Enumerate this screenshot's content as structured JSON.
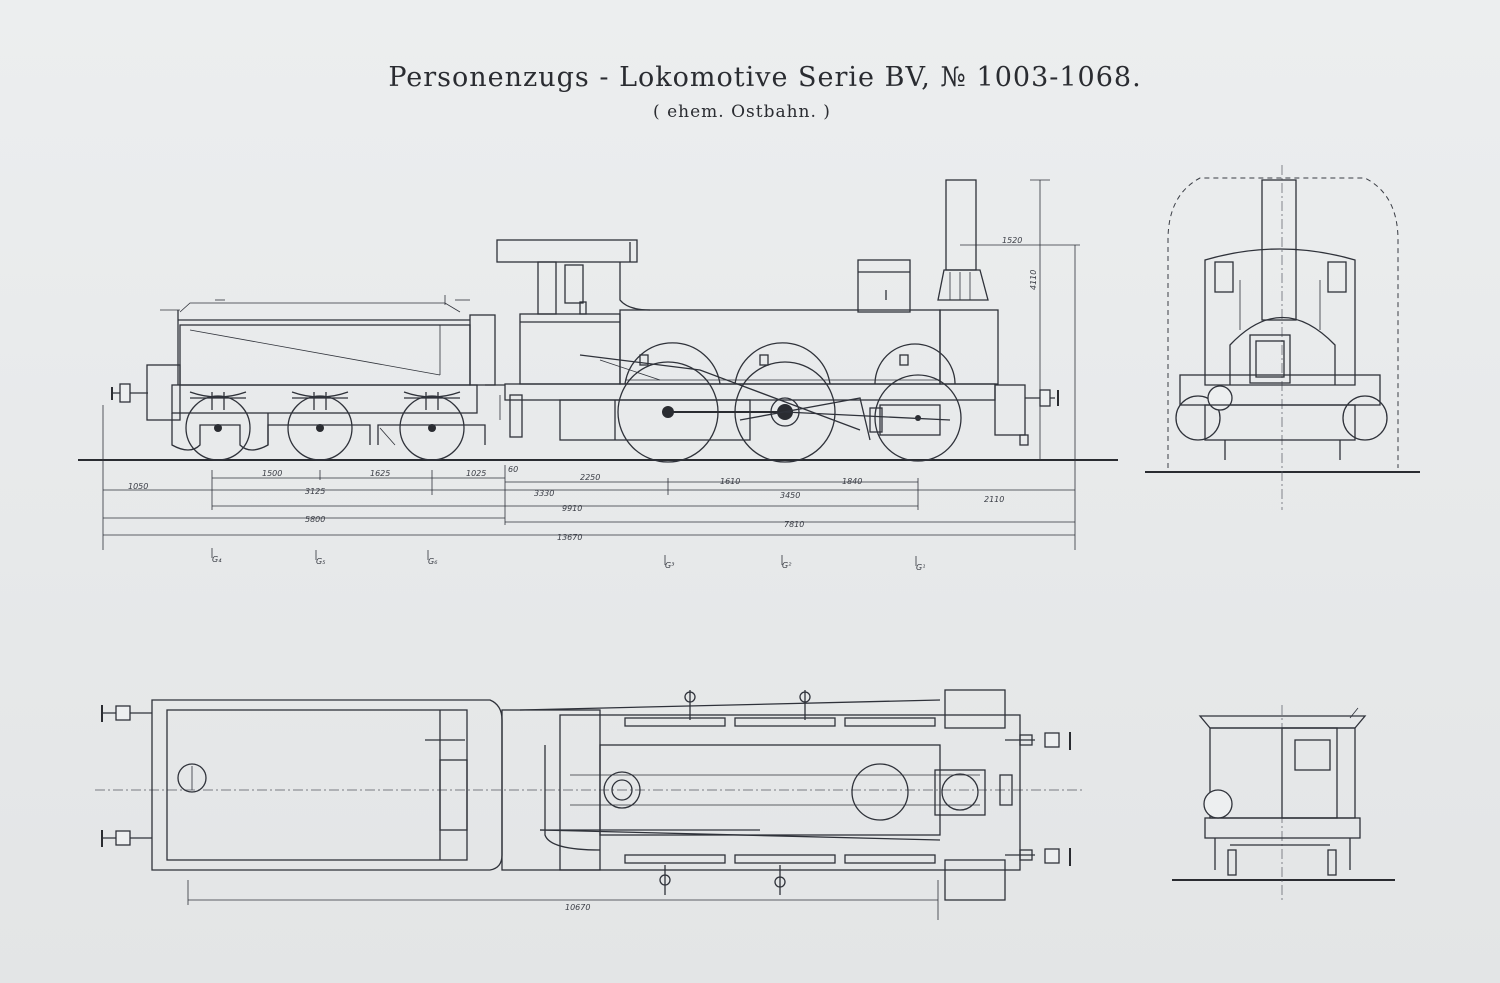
{
  "title": "Personenzugs - Lokomotive Serie BV, № 1003-1068.",
  "subtitle": "( ehem. Ostbahn. )",
  "dimensions": {
    "d1520": "1520",
    "d4110": "4110",
    "d1500": "1500",
    "d1625": "1625",
    "d1025": "1025",
    "d60": "60",
    "d2250": "2250",
    "d1610": "1610",
    "d1840": "1840",
    "d1050": "1050",
    "d3125": "3125",
    "d3330": "3330",
    "d3450": "3450",
    "d2110": "2110",
    "d9910": "9910",
    "d5800": "5800",
    "d7810": "7810",
    "d13670": "13670",
    "d10670": "10670"
  },
  "axle_labels": {
    "g4": "G₄",
    "g5": "G₅",
    "g6": "G₆",
    "g3": "G³",
    "g2": "G²",
    "g1": "G¹"
  }
}
